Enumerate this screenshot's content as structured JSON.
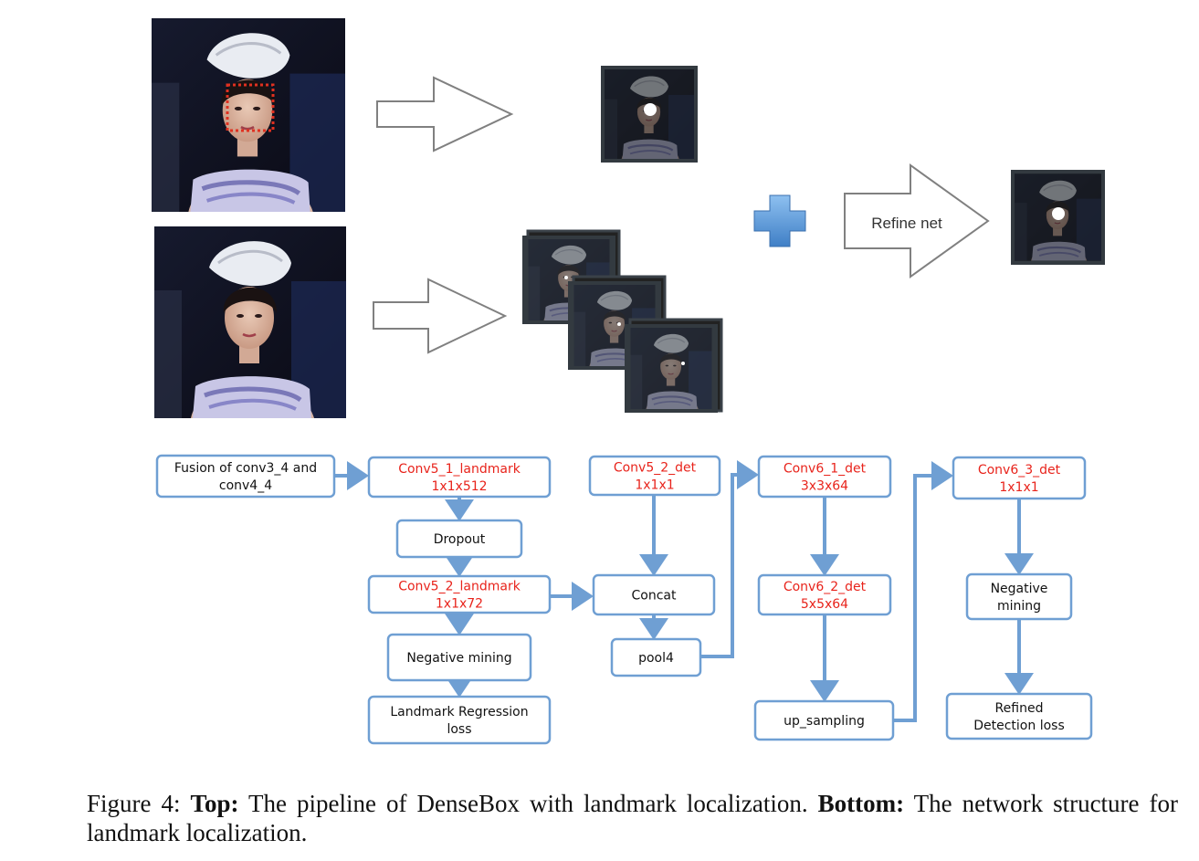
{
  "top_pipeline": {
    "refine_label": "Refine net",
    "face_box_color": "#e03020",
    "plus_color": "#5b9bd5"
  },
  "network": {
    "box_stroke": "#6f9fd3",
    "arrow_color": "#6f9fd3",
    "black_text": "#111111",
    "red_text": "#e8231b",
    "nodes": {
      "fusion": [
        "Fusion of conv3_4 and",
        "conv4_4"
      ],
      "conv5_1_landmark": [
        "Conv5_1_landmark",
        "1x1x512"
      ],
      "dropout": [
        "Dropout"
      ],
      "conv5_2_landmark": [
        "Conv5_2_landmark",
        "1x1x72"
      ],
      "neg_mining_1": [
        "Negative mining"
      ],
      "landmark_loss": [
        "Landmark Regression",
        "loss"
      ],
      "conv5_2_det": [
        "Conv5_2_det",
        "1x1x1"
      ],
      "concat": [
        "Concat"
      ],
      "pool4": [
        "pool4"
      ],
      "conv6_1_det": [
        "Conv6_1_det",
        "3x3x64"
      ],
      "conv6_2_det": [
        "Conv6_2_det",
        "5x5x64"
      ],
      "up_sampling": [
        "up_sampling"
      ],
      "conv6_3_det": [
        "Conv6_3_det",
        "1x1x1"
      ],
      "neg_mining_2": [
        "Negative",
        "mining"
      ],
      "refined_loss": [
        "Refined",
        "Detection loss"
      ]
    }
  },
  "caption": {
    "prefix": "Figure 4: ",
    "top_label": "Top:",
    "top_text": " The pipeline of DenseBox with landmark localization. ",
    "bottom_label": "Bottom:",
    "bottom_text": " The network structure for landmark localization."
  }
}
